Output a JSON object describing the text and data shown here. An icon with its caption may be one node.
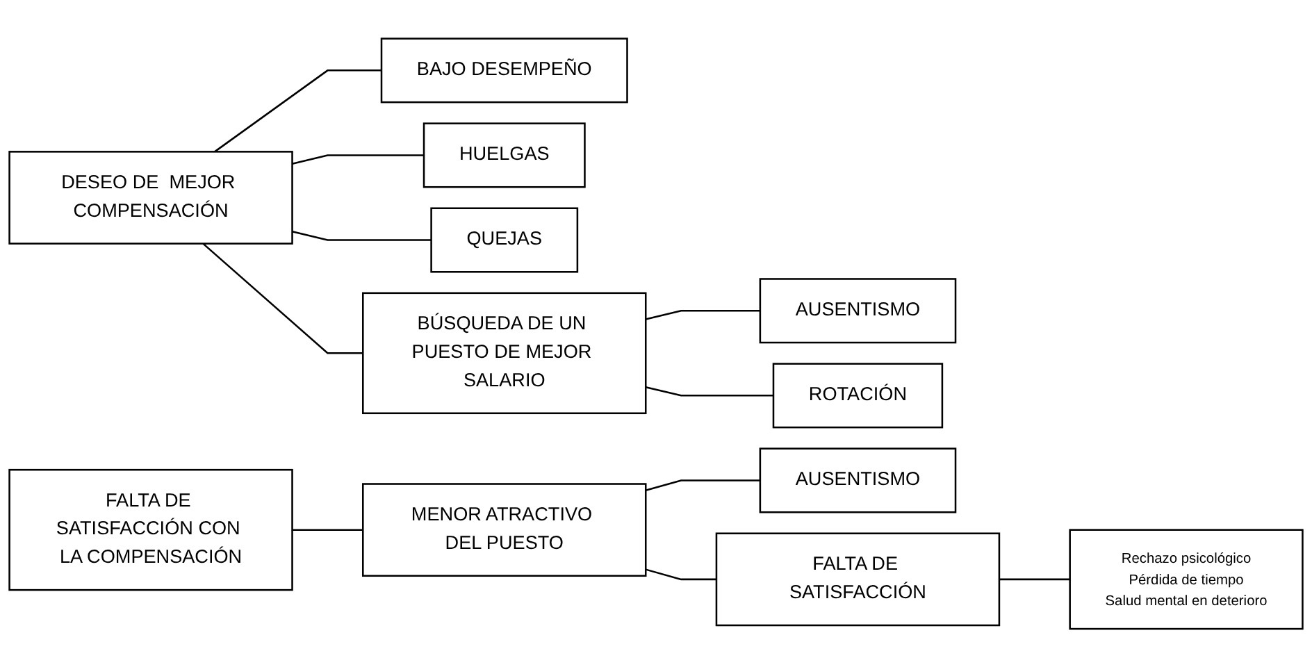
{
  "diagram": {
    "nodes": [
      {
        "text": [
          "DESEO DE  MEJOR COMPENSACIÓN"
        ]
      },
      {
        "text": [
          "BAJO DESEMPEÑO"
        ]
      },
      {
        "text": [
          "HUELGAS"
        ]
      },
      {
        "text": [
          "QUEJAS"
        ]
      },
      {
        "text": [
          "BÚSQUEDA DE UN PUESTO DE MEJOR SALARIO"
        ]
      },
      {
        "text": [
          "AUSENTISMO"
        ]
      },
      {
        "text": [
          "ROTACIÓN"
        ]
      },
      {
        "text": [
          "FALTA DE SATISFACCIÓN CON LA COMPENSACIÓN"
        ]
      },
      {
        "text": [
          "MENOR ATRACTIVO DEL PUESTO"
        ]
      },
      {
        "text": [
          "AUSENTISMO"
        ]
      },
      {
        "text": [
          "FALTA DE SATISFACCIÓN"
        ]
      },
      {
        "text": [
          "Rechazo psicológico",
          "Pérdida de tiempo",
          "Salud mental en deterioro"
        ]
      }
    ],
    "edges": [
      {
        "from": 0,
        "to": 1,
        "arrow": "none"
      },
      {
        "from": 0,
        "to": 2,
        "arrow": "none"
      },
      {
        "from": 0,
        "to": 3,
        "arrow": "none"
      },
      {
        "from": 0,
        "to": 4,
        "arrow": "none"
      },
      {
        "from": 4,
        "to": 5,
        "arrow": "none"
      },
      {
        "from": 4,
        "to": 6,
        "arrow": "none"
      },
      {
        "from": 7,
        "to": 8,
        "arrow": "none"
      },
      {
        "from": 8,
        "to": 9,
        "arrow": "none"
      },
      {
        "from": 8,
        "to": 10,
        "arrow": "none"
      },
      {
        "from": 10,
        "to": 11,
        "arrow": "none"
      }
    ]
  }
}
